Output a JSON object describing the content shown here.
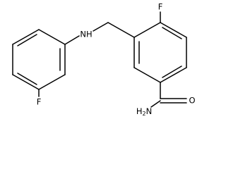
{
  "molecule": {
    "atoms": {
      "f_top": "F",
      "nh": "NH",
      "f_left": "F",
      "o": "O",
      "nh2": "H2N"
    }
  },
  "colors": {
    "bond": "#000000",
    "background": "#ffffff"
  }
}
